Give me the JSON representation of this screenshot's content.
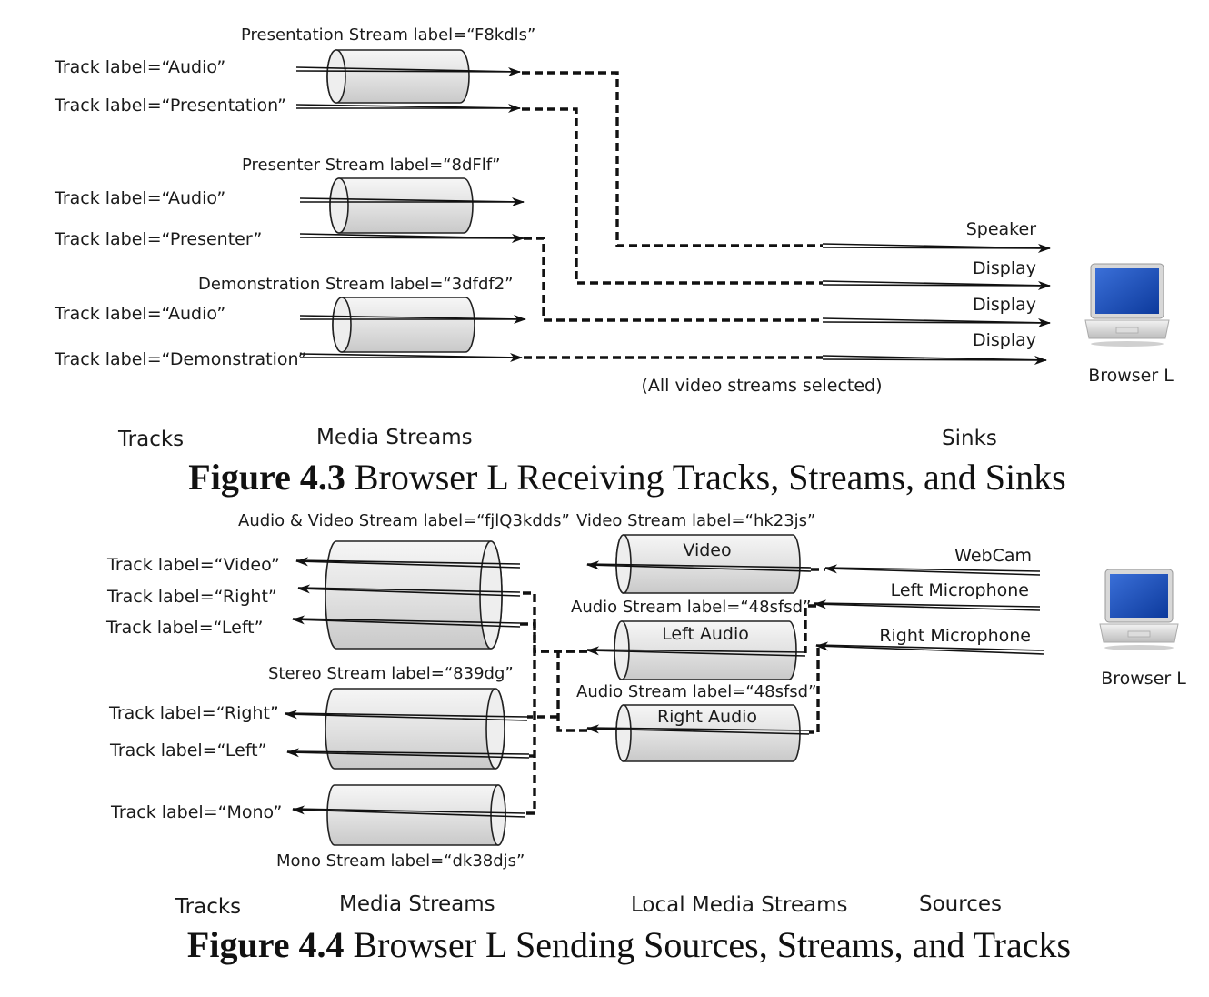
{
  "figure_4_3": {
    "stream_labels": {
      "presentation": "Presentation Stream label=“F8kdls”",
      "presenter": "Presenter Stream label=“8dFlf”",
      "demonstration": "Demonstration Stream label=“3dfdf2”"
    },
    "tracks": {
      "presentation_audio": "Track label=“Audio”",
      "presentation_video": "Track label=“Presentation”",
      "presenter_audio": "Track label=“Audio”",
      "presenter_video": "Track label=“Presenter”",
      "demonstration_audio": "Track label=“Audio”",
      "demonstration_video": "Track label=“Demonstration”"
    },
    "sinks": {
      "speaker": "Speaker",
      "display_1": "Display",
      "display_2": "Display",
      "display_3": "Display"
    },
    "note": "(All video streams selected)",
    "browser": "Browser L",
    "categories": {
      "tracks": "Tracks",
      "media_streams": "Media Streams",
      "sinks": "Sinks"
    },
    "caption": {
      "number": "Figure 4.3",
      "text": " Browser L Receiving Tracks, Streams, and Sinks"
    }
  },
  "figure_4_4": {
    "stream_labels": {
      "av": "Audio & Video Stream label=“fjlQ3kdds”",
      "video": "Video Stream label=“hk23js”",
      "audio_left": "Audio Stream label=“48sfsd”",
      "audio_right": "Audio Stream label=“48sfsd”",
      "stereo": "Stereo Stream label=“839dg”",
      "mono": "Mono Stream label=“dk38djs”"
    },
    "local_streams": {
      "video": "Video",
      "left_audio": "Left Audio",
      "right_audio": "Right Audio"
    },
    "tracks": {
      "av_video": "Track label=“Video”",
      "av_right": "Track label=“Right”",
      "av_left": "Track label=“Left”",
      "stereo_right": "Track label=“Right”",
      "stereo_left": "Track label=“Left”",
      "mono": "Track label=“Mono”"
    },
    "sources": {
      "webcam": "WebCam",
      "left_mic": "Left Microphone",
      "right_mic": "Right Microphone"
    },
    "browser": "Browser L",
    "categories": {
      "tracks": "Tracks",
      "media_streams": "Media Streams",
      "local_media_streams": "Local Media Streams",
      "sources": "Sources"
    },
    "caption": {
      "number": "Figure 4.4",
      "text": " Browser L Sending Sources, Streams, and Tracks"
    }
  }
}
